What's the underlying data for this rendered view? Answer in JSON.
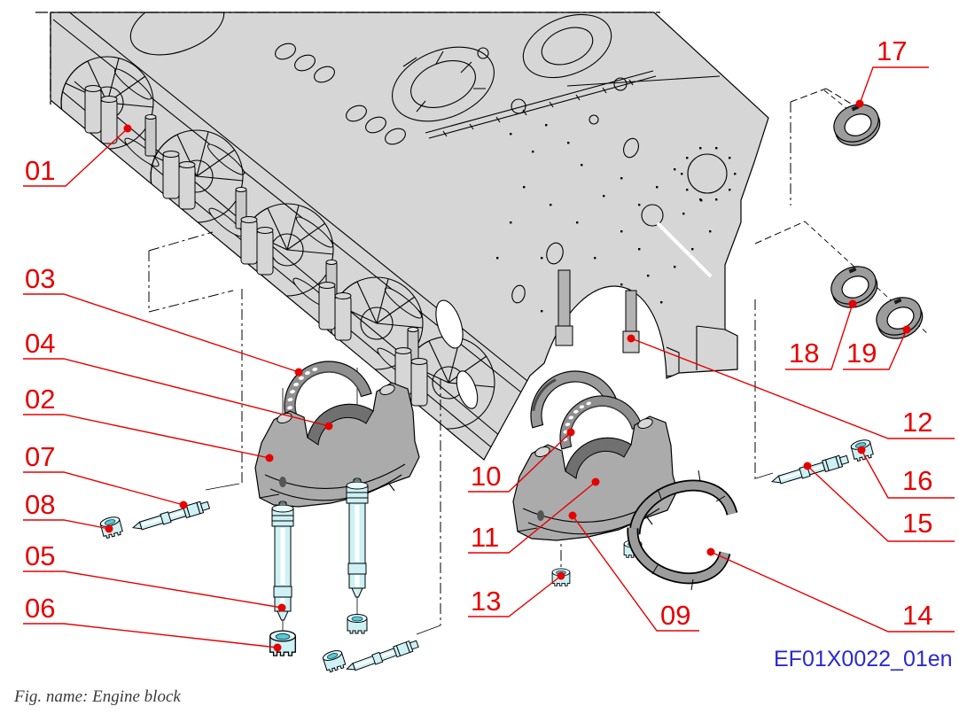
{
  "figure": {
    "caption": "Fig. name: Engine block",
    "drawing_code": "EF01X0022_01en"
  },
  "colors": {
    "callout_red": "#e60000",
    "drawing_code_blue": "#2a2ace",
    "block_gray": "#d6d6d6",
    "cap_gray": "#ababab",
    "shell_gray": "#8f8f8f",
    "fastener_cyan": "#cdf1f5",
    "outline_black": "#000000",
    "background": "#ffffff"
  },
  "callouts": [
    {
      "label": "01"
    },
    {
      "label": "02"
    },
    {
      "label": "03"
    },
    {
      "label": "04"
    },
    {
      "label": "05"
    },
    {
      "label": "06"
    },
    {
      "label": "07"
    },
    {
      "label": "08"
    },
    {
      "label": "09"
    },
    {
      "label": "10"
    },
    {
      "label": "11"
    },
    {
      "label": "12"
    },
    {
      "label": "13"
    },
    {
      "label": "14"
    },
    {
      "label": "15"
    },
    {
      "label": "16"
    },
    {
      "label": "17"
    },
    {
      "label": "18"
    },
    {
      "label": "19"
    }
  ]
}
